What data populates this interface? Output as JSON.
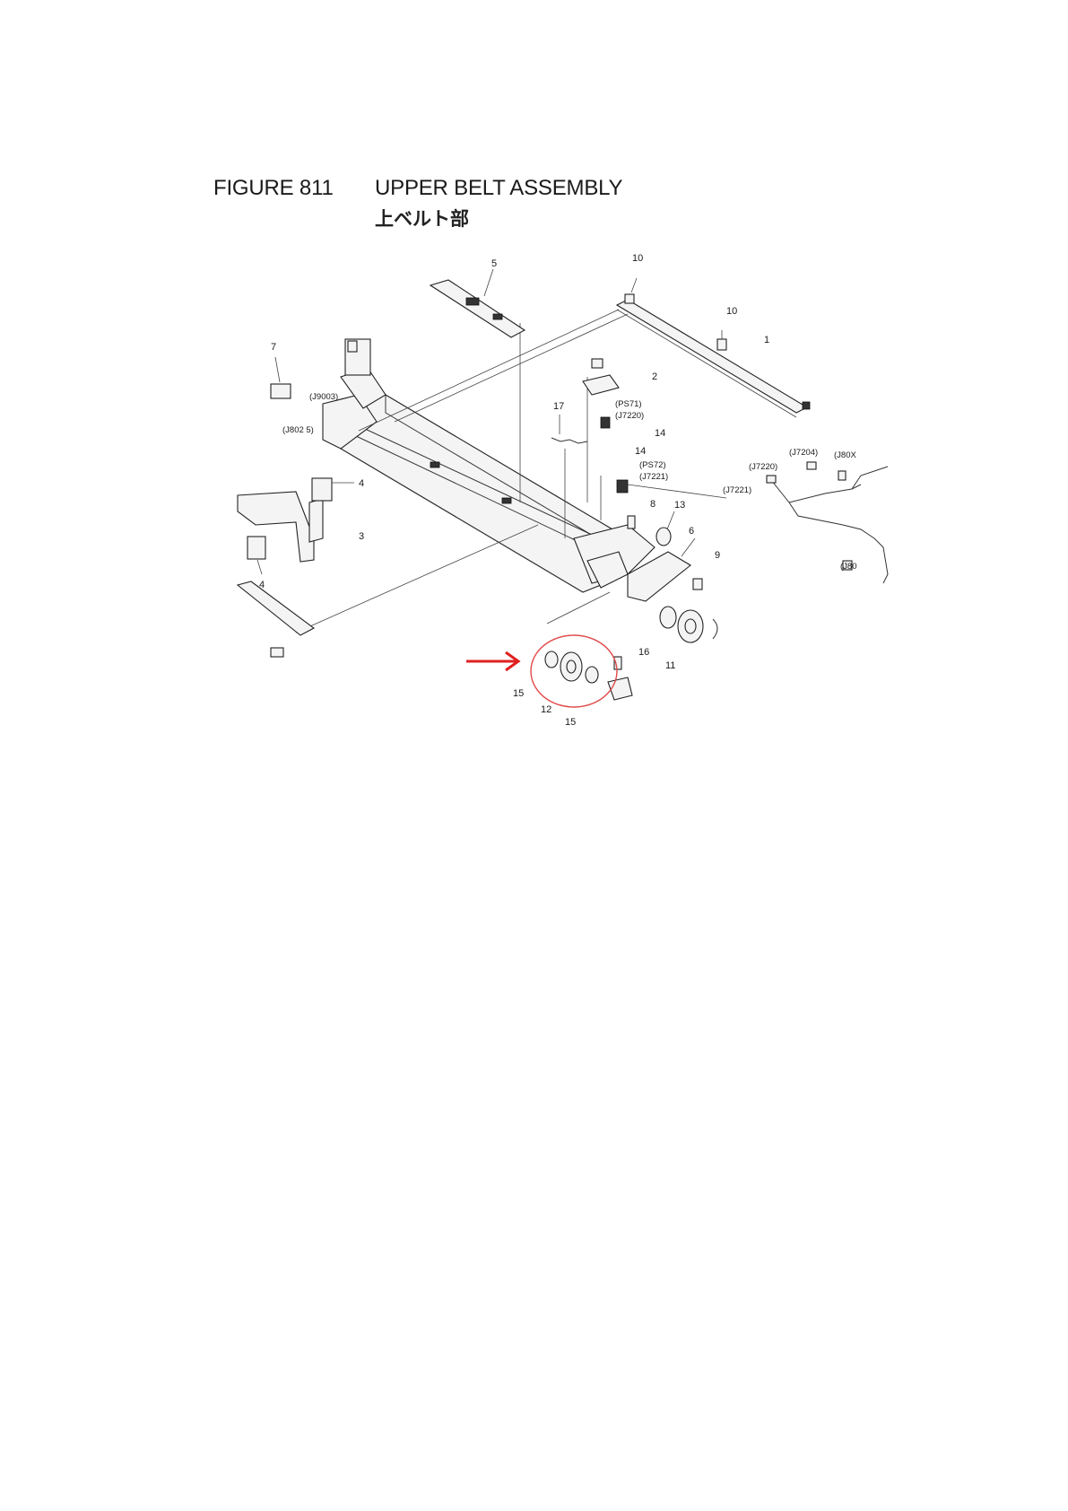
{
  "figure": {
    "number": "FIGURE 811",
    "title": "UPPER BELT ASSEMBLY",
    "subtitle": "上ベルト部"
  },
  "callouts": {
    "c1": "1",
    "c2": "2",
    "c3": "3",
    "c4a": "4",
    "c4b": "4",
    "c5": "5",
    "c6": "6",
    "c7": "7",
    "c8": "8",
    "c9": "9",
    "c10a": "10",
    "c10b": "10",
    "c11": "11",
    "c12": "12",
    "c13": "13",
    "c14a": "14",
    "c14b": "14",
    "c15a": "15",
    "c15b": "15",
    "c16": "16",
    "c17": "17"
  },
  "connectors": {
    "j9003": "(J9003)",
    "j8025": "(J802 5)",
    "ps71": "(PS71)",
    "j7220": "(J7220)",
    "ps72": "(PS72)",
    "j7221": "(J7221)",
    "j7221b": "(J7221)",
    "j7220b": "(J7220)",
    "j7204": "(J7204)",
    "j80x": "(J80X",
    "j80y": "(J80"
  },
  "highlight": {
    "arrow_color": "#e02020",
    "circle_color": "#e04a4a"
  }
}
